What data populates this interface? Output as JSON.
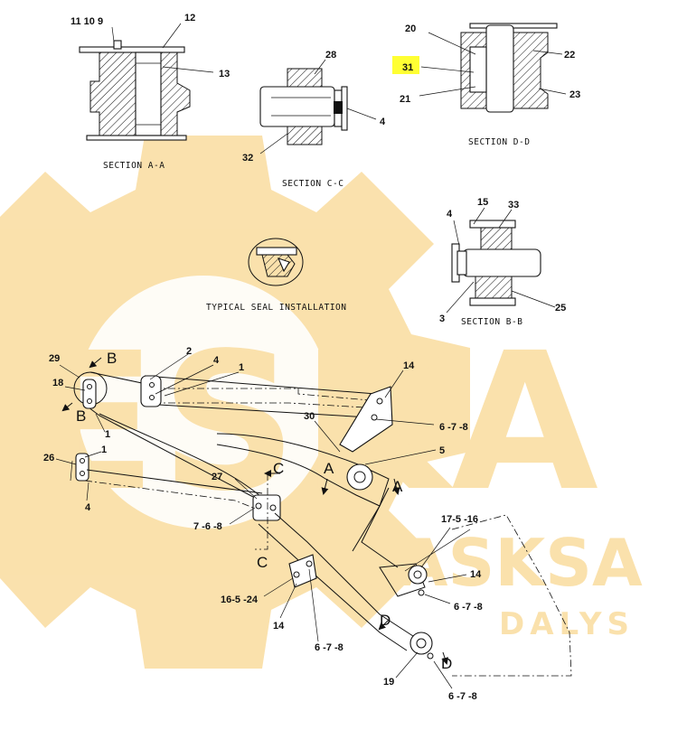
{
  "watermark": {
    "main": "ESKA",
    "sub1": "DASKSA",
    "sub2": "DALYS",
    "color": "#f6c96a"
  },
  "highlight_color": "#ffff33",
  "captions": {
    "section_aa": "SECTION A-A",
    "section_cc": "SECTION C-C",
    "section_dd": "SECTION D-D",
    "section_bb": "SECTION B-B",
    "seal": "TYPICAL SEAL INSTALLATION"
  },
  "section_markers": {
    "b": "B",
    "c": "C",
    "a": "A",
    "d": "D"
  },
  "labels": {
    "l_11_10_9": "11 10 9",
    "l_12": "12",
    "l_13": "13",
    "l_28": "28",
    "l_4_cc": "4",
    "l_32": "32",
    "l_20": "20",
    "l_31": "31",
    "l_21": "21",
    "l_22": "22",
    "l_23": "23",
    "l_4_bb": "4",
    "l_15": "15",
    "l_33": "33",
    "l_3": "3",
    "l_25": "25",
    "l_29": "29",
    "l_2": "2",
    "l_4_top": "4",
    "l_1_top": "1",
    "l_14_top": "14",
    "l_18": "18",
    "l_1_left": "1",
    "l_30": "30",
    "l_678_a": "6 -7 -8",
    "l_5": "5",
    "l_1_26": "1",
    "l_26": "26",
    "l_27": "27",
    "l_4_26": "4",
    "l_768": "7 -6 -8",
    "l_17516": "17-5 -16",
    "l_14_r": "14",
    "l_678_b": "6 -7 -8",
    "l_16524": "16-5 -24",
    "l_14_b": "14",
    "l_678_c": "6 -7 -8",
    "l_19": "19",
    "l_678_d": "6 -7 -8"
  }
}
